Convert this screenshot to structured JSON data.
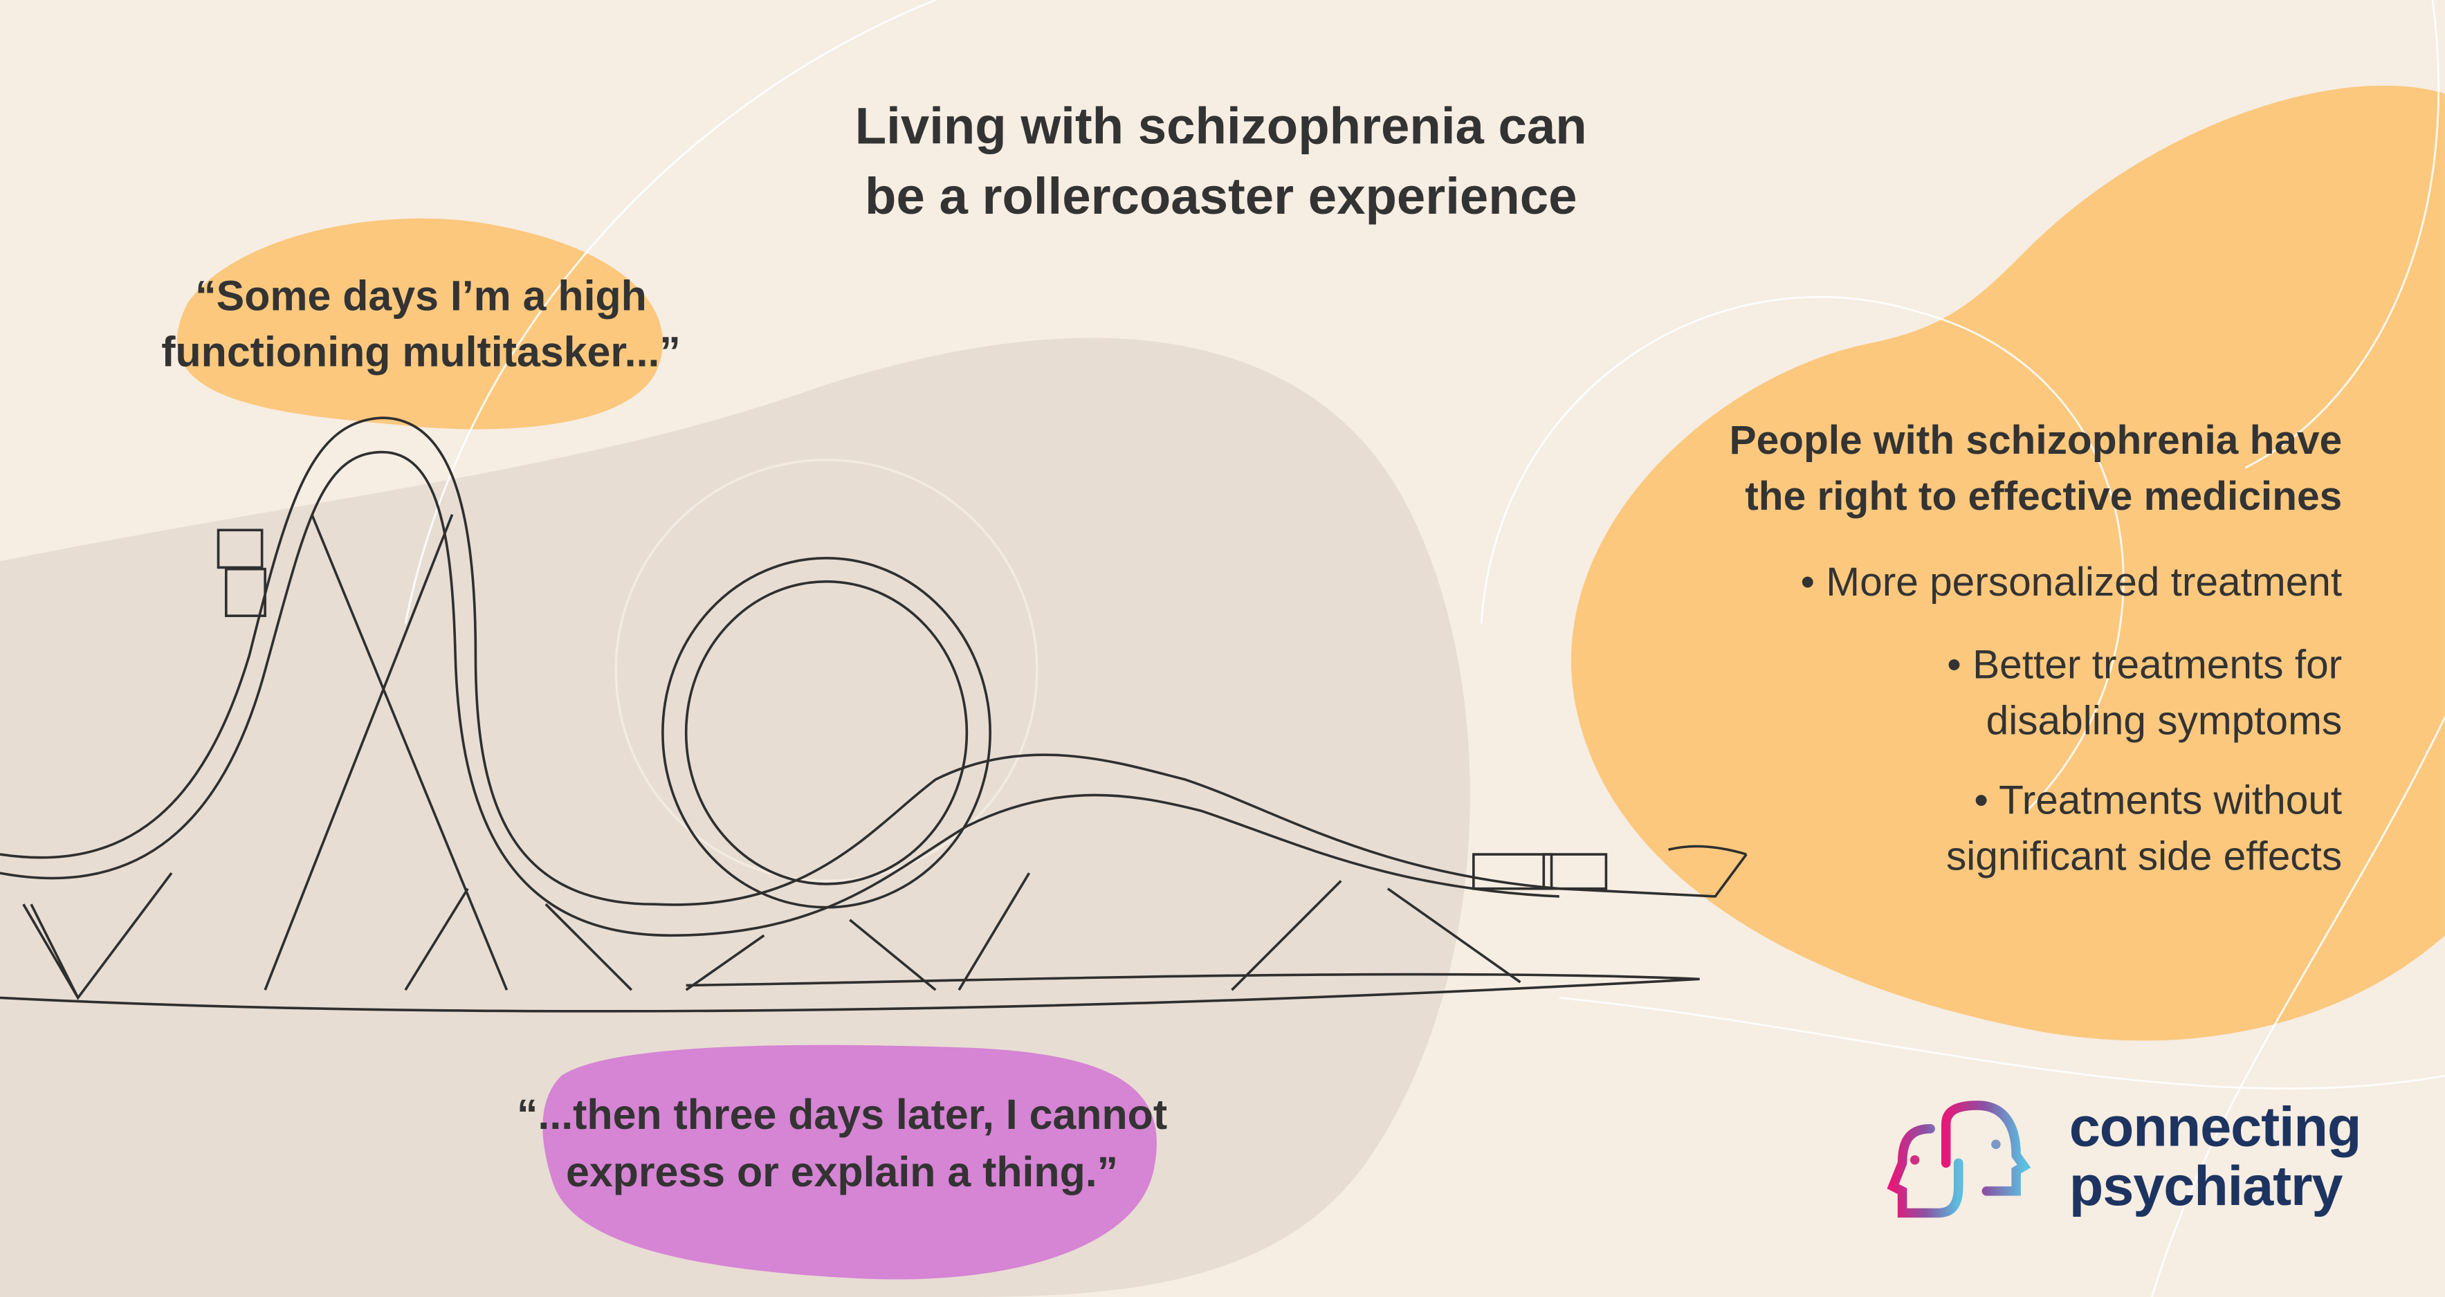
{
  "title": [
    "Living with schizophrenia can",
    "be a rollercoaster experience"
  ],
  "quote_top": [
    "“Some days I’m a high",
    "functioning multitasker...”"
  ],
  "quote_bottom": [
    "“...then three days later, I cannot",
    "express or explain a thing.”"
  ],
  "rights": {
    "heading": [
      "People with schizophrenia have",
      "the right to effective medicines"
    ],
    "bullets": [
      [
        "• More personalized treatment"
      ],
      [
        "• Better treatments for",
        "disabling symptoms"
      ],
      [
        "• Treatments without",
        "significant side effects"
      ]
    ]
  },
  "logo": {
    "line1": "connecting",
    "line2": "psychiatry"
  },
  "colors": {
    "background": "#f6ede3",
    "orange": "#fbc87e",
    "purple": "#d684d4",
    "taupe": "#e7ddd3",
    "navy": "#1d3461"
  }
}
